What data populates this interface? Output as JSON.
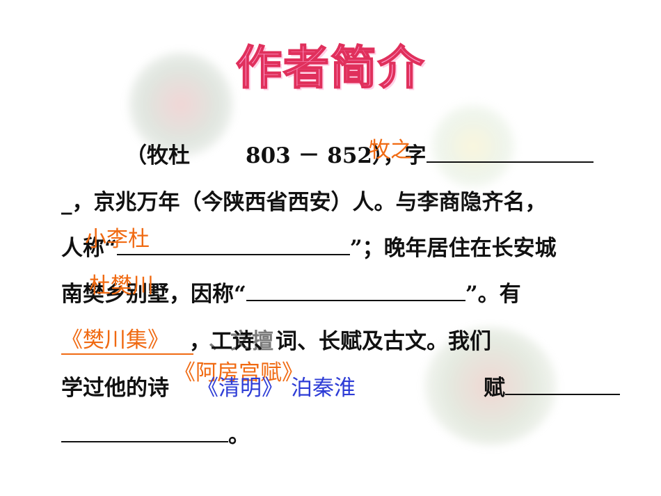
{
  "title": "作者简介",
  "lines": {
    "l1_a": "（牧杜",
    "l1_b": "803 － 852）",
    "l1_c": "，字",
    "l2_a": "_，京兆万年（今陕西省西安）人。与",
    "l2_b": "李商隐",
    "l2_c": "齐名，",
    "l3_a": "人称“",
    "l3_b": "”；晚年居住在长安城",
    "l4_a": "南樊乡别墅，因称“",
    "l4_b": "”。有",
    "l5_a": "，工诗",
    "l5_b": "、词",
    "l5_c": "、长赋及古文。我们",
    "l6_a": "学过他的诗",
    "l6_b": "赋",
    "l7_a": "。"
  },
  "answers": {
    "zi": "牧之",
    "xiaodu": "小李杜",
    "fanchuan": "杜樊川",
    "book": "《樊川集》",
    "shici": "、文擅",
    "afang": "《阿房宫赋》",
    "qingming": "《清明》",
    "bo": "泊秦淮"
  },
  "colors": {
    "title_fill": "#ff9fd1",
    "title_stroke": "#e0305c",
    "answer_orange": "#f06a12",
    "answer_blue": "#2d3cd6"
  }
}
